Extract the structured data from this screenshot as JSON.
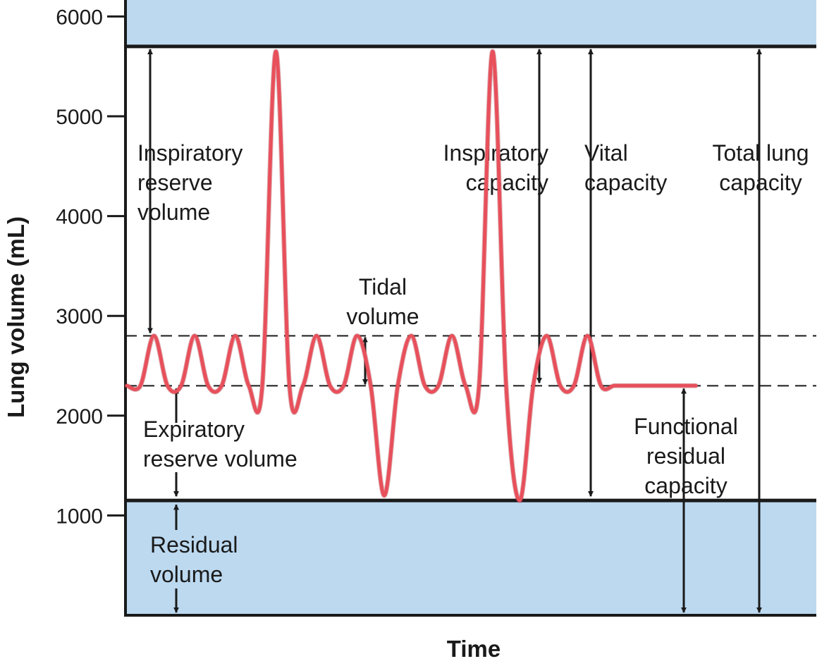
{
  "chart_data": {
    "type": "line",
    "title": "",
    "xlabel": "Time",
    "ylabel": "Lung volume (mL)",
    "ylim": [
      0,
      6000
    ],
    "yticks": [
      1000,
      2000,
      3000,
      4000,
      5000,
      6000
    ],
    "grid": false,
    "colors": {
      "trace": "#e8505b",
      "band": "#bcd9f0",
      "text": "#1a1a1a"
    },
    "reference_levels": {
      "total_lung_capacity": 5700,
      "tidal_top": 2800,
      "functional_residual": 2300,
      "residual": 1150
    },
    "series": [
      {
        "x": [
          0,
          0.6,
          1.2,
          1.8,
          2.4,
          3.0,
          3.6,
          4.2,
          4.8,
          5.4,
          6.0,
          6.6,
          7.2,
          7.8,
          8.4,
          9.0,
          9.6,
          10.2,
          10.8,
          11.4,
          12.0,
          12.6,
          13.2,
          13.8,
          14.4,
          15.0,
          15.6,
          16.2,
          16.8,
          17.4,
          18.0,
          18.6,
          19.2,
          19.8,
          20.4,
          21.0,
          21.6,
          22.2,
          22.8,
          23.4,
          24.0,
          24.6,
          25.2
        ],
        "values": [
          2300,
          2300,
          2800,
          2300,
          2300,
          2800,
          2300,
          2300,
          2800,
          2300,
          2300,
          5650,
          2300,
          2300,
          2800,
          2300,
          2300,
          2800,
          2300,
          1200,
          2300,
          2800,
          2300,
          2300,
          2800,
          2300,
          2300,
          5650,
          2300,
          1150,
          2300,
          2800,
          2300,
          2300,
          2800,
          2300,
          2300,
          2300,
          2300,
          2300,
          2300,
          2300,
          2300
        ]
      }
    ],
    "annotations": [
      {
        "id": "irv",
        "lines": [
          "Inspiratory",
          "reserve",
          "volume"
        ]
      },
      {
        "id": "tidal",
        "lines": [
          "Tidal",
          "volume"
        ]
      },
      {
        "id": "ic",
        "lines": [
          "Inspiratory",
          "capacity"
        ]
      },
      {
        "id": "vc",
        "lines": [
          "Vital",
          "capacity"
        ]
      },
      {
        "id": "tlc",
        "lines": [
          "Total lung",
          "capacity"
        ]
      },
      {
        "id": "erv",
        "lines": [
          "Expiratory",
          "reserve volume"
        ]
      },
      {
        "id": "frc",
        "lines": [
          "Functional",
          "residual",
          "capacity"
        ]
      },
      {
        "id": "rv",
        "lines": [
          "Residual",
          "volume"
        ]
      }
    ]
  }
}
